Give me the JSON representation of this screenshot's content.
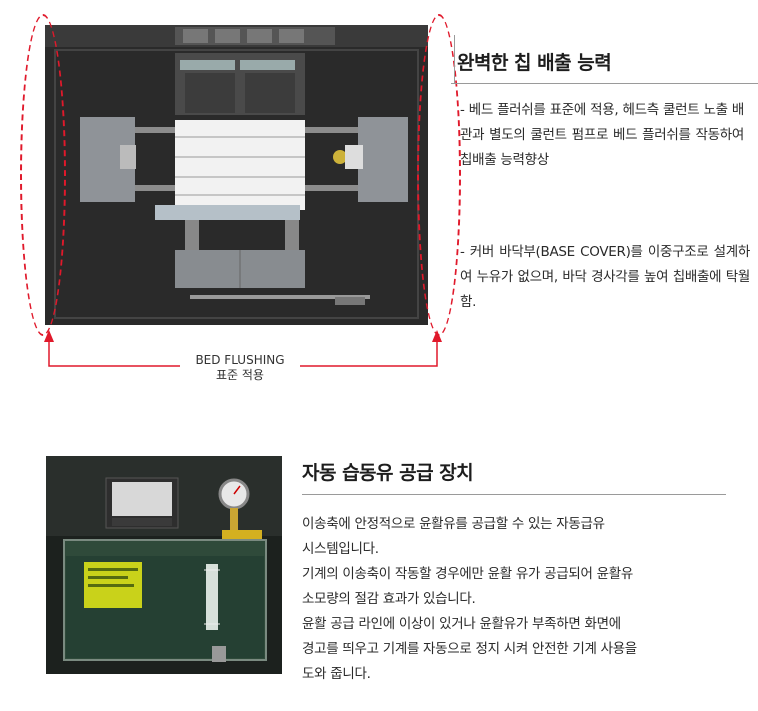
{
  "section_chip": {
    "heading": "완벽한 칩 배출 능력",
    "paragraph_1": "- 베드 플러쉬를 표준에 적용, 헤드측 쿨런트 노출 배관과 별도의 쿨런트 펌프로 베드 플러쉬를 작동하여 칩배출 능력향상",
    "paragraph_2": "- 커버 바닥부(BASE COVER)를 이중구조로 설계하여 누유가 없으며, 바닥 경사각를 높여 칩배출에 탁월함.",
    "callout_line_1": "BED FLUSHING",
    "callout_line_2": "표준 적용",
    "callout_color": "#e0192b"
  },
  "section_lube": {
    "heading": "자동 습동유 공급 장치",
    "lines": [
      "이송축에 안정적으로 윤활유를 공급할 수 있는 자동급유",
      "시스템입니다.",
      "기계의 이송축이 작동할 경우에만 윤활 유가 공급되어 윤활유",
      "소모량의 절감 효과가 있습니다.",
      "윤활 공급 라인에 이상이 있거나 윤활유가 부족하면 화면에",
      "경고를 띄우고 기계를 자동으로 정지 시켜 안전한 기계 사용을",
      "도와 줍니다."
    ]
  }
}
